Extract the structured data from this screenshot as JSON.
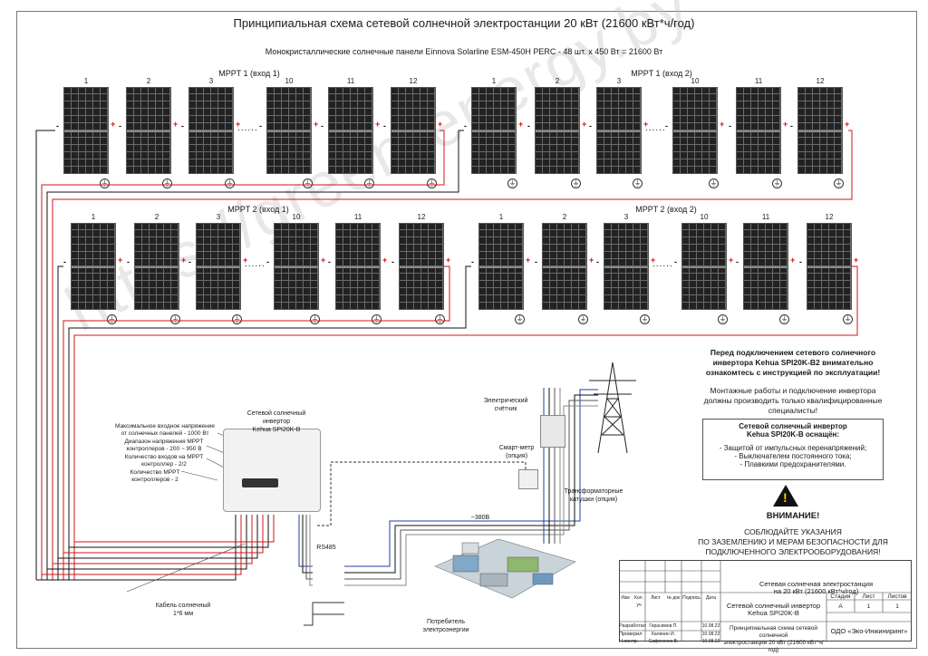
{
  "title": "Принципиальная схема сетевой солнечной электростанции 20 кВт (21600 кВт*ч/год)",
  "subtitle": "Монокристаллические  солнечные панели Einnova Solarline ESM-450H PERC - 48 шт. х 450 Вт = 21600 Вт",
  "watermark": "https://green-energy.by",
  "groups": [
    {
      "label": "MPPT 1 (вход 1)",
      "numbers": [
        "1",
        "2",
        "3",
        "10",
        "11",
        "12"
      ]
    },
    {
      "label": "MPPT 1 (вход 2)",
      "numbers": [
        "1",
        "2",
        "3",
        "10",
        "11",
        "12"
      ]
    },
    {
      "label": "MPPT 2 (вход 1)",
      "numbers": [
        "1",
        "2",
        "3",
        "10",
        "11",
        "12"
      ]
    },
    {
      "label": "MPPT 2 (вход 2)",
      "numbers": [
        "1",
        "2",
        "3",
        "10",
        "11",
        "12"
      ]
    }
  ],
  "terminal": {
    "minus": "-",
    "plus": "+"
  },
  "ellipsis": "......",
  "warning_top": {
    "line1": "Перед подключением сетевого солнечного",
    "line2": "инвертора Kehua SPI20K-B2 внимательно",
    "line3": "ознакомтесь с инструкцией по эксплуатации!",
    "line4": "Монтажные работы и подключение инвертора",
    "line5": "должны производить только квалифицированные",
    "line6": "специалисты!"
  },
  "equipment": {
    "title1": "Сетевой солнечный инвертор",
    "title2": "Kehua SPI20K-B оснащён:",
    "item1": "- Защитой от импульсных перенапряжений;",
    "item2": "- Выключателем постоянного тока;",
    "item3": "- Плавкими предохранителями."
  },
  "attention": {
    "heading": "ВНИМАНИЕ!",
    "line1": "СОБЛЮДАЙТЕ УКАЗАНИЯ",
    "line2": "ПО ЗАЗЕМЛЕНИЮ И МЕРАМ БЕЗОПАСНОСТИ ДЛЯ",
    "line3": "ПОДКЛЮЧЕННОГО ЭЛЕКТРООБОРУДОВАНИЯ!"
  },
  "inverter_label": {
    "l1": "Сетевой солнечный",
    "l2": "инвертор",
    "l3": "Kehua SPI20K-B"
  },
  "specs": {
    "s1a": "Максимальное входное напряжение",
    "s1b": "от солнечных панелей - 1000 Вт",
    "s2a": "Диапазон напряжения MPPT",
    "s2b": "контроллеров - 200 ~ 950 В",
    "s3a": "Количество входов на  MPPT",
    "s3b": "контроллер - 2/2",
    "s4a": "Количество MPPT",
    "s4b": "контроллеров - 2"
  },
  "labels": {
    "meter1": "Электрический",
    "meter2": "счётчик",
    "smart1": "Смарт-метр",
    "smart2": "(опция)",
    "trans1": "Трансформаторные",
    "trans2": "катушки (опция)",
    "voltage": "~380В",
    "rs485": "RS485",
    "consumer1": "Потребитель",
    "consumer2": "электроэнергии",
    "cable1": "Кабель солнечный",
    "cable2": "1*6 мм"
  },
  "stamp": {
    "project1": "Сетевая солнечная электростанция",
    "project2": "на 20 кВт (21600 кВт*ч/год)",
    "sheet_title1": "Сетевой солнечный инвертор",
    "sheet_title2": "Kehua SPI20K-B",
    "desc1": "Принципиальная схема сетевой солнечной",
    "desc2": "электростанции 20 кВт (21600 кВт*ч/год)",
    "org": "ОДО «Эко-Инжиниринг»",
    "h_stage": "Стадия",
    "h_sheet": "Лист",
    "h_sheets": "Листов",
    "v_stage": "А",
    "v_sheet": "1",
    "v_sheets": "1",
    "c_izm": "Изм",
    "c_kol": "Кол. уч",
    "c_list": "Лист",
    "c_doc": "№ док",
    "c_sign": "Подпись",
    "c_date": "Дата",
    "r1": "Разработал",
    "r2": "Проверил",
    "r3": "Н.контр.",
    "n1": "Герасимов П.",
    "n2": "Калинин И.",
    "n3": "Сафоненко В.",
    "d1": "10.08.22",
    "d2": "10.08.22",
    "d3": "10.08.22"
  }
}
